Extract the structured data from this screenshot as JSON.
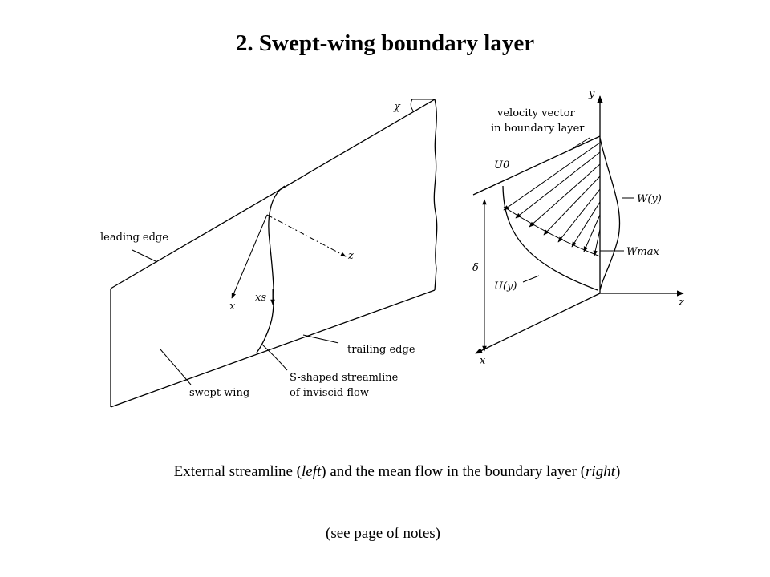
{
  "slide": {
    "title": "2. Swept-wing boundary layer",
    "caption": {
      "part1": "External streamline (",
      "left_word": "left",
      "part2": ") and the mean flow in the boundary layer (",
      "right_word": "right",
      "part3": ")"
    },
    "note": "(see page of notes)"
  },
  "left_diagram": {
    "angle_label": "χ",
    "leading_edge_label": "leading edge",
    "trailing_edge_label": "trailing edge",
    "swept_wing_label": "swept wing",
    "streamline_label_line1": "S-shaped streamline",
    "streamline_label_line2": "of inviscid flow",
    "axis_x_label": "x",
    "axis_xs_label": "xs",
    "axis_z_label": "z"
  },
  "right_diagram": {
    "axis_y_label": "y",
    "axis_z_label": "z",
    "axis_x_label": "x",
    "velocity_vector_line1": "velocity vector",
    "velocity_vector_line2": "in boundary layer",
    "u0_label": "U0",
    "w_label": "W(y)",
    "wmax_label": "Wmax",
    "u_label": "U(y)",
    "delta_label": "δ"
  }
}
